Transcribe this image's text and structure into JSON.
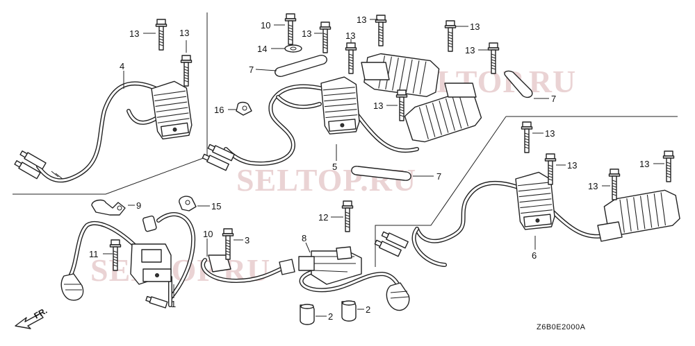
{
  "watermark": {
    "text": "SELTOP.RU",
    "color": "#d9aeb0"
  },
  "drawing_code": "Z6B0E2000A",
  "direction_label": "FR.",
  "callouts": [
    {
      "id": "c4",
      "text": "4"
    },
    {
      "id": "c13a",
      "text": "13"
    },
    {
      "id": "c13b",
      "text": "13"
    },
    {
      "id": "c10a",
      "text": "10"
    },
    {
      "id": "c13c",
      "text": "13"
    },
    {
      "id": "c14",
      "text": "14"
    },
    {
      "id": "c7a",
      "text": "7"
    },
    {
      "id": "c13d",
      "text": "13"
    },
    {
      "id": "c13e",
      "text": "13"
    },
    {
      "id": "c13f",
      "text": "13"
    },
    {
      "id": "c13g",
      "text": "13"
    },
    {
      "id": "c7b",
      "text": "7"
    },
    {
      "id": "c16",
      "text": "16"
    },
    {
      "id": "c13h",
      "text": "13"
    },
    {
      "id": "c5",
      "text": "5"
    },
    {
      "id": "c7c",
      "text": "7"
    },
    {
      "id": "c13i",
      "text": "13"
    },
    {
      "id": "c13j",
      "text": "13"
    },
    {
      "id": "c13k",
      "text": "13"
    },
    {
      "id": "c13l",
      "text": "13"
    },
    {
      "id": "c9",
      "text": "9"
    },
    {
      "id": "c15",
      "text": "15"
    },
    {
      "id": "c12",
      "text": "12"
    },
    {
      "id": "c8",
      "text": "8"
    },
    {
      "id": "c10b",
      "text": "10"
    },
    {
      "id": "c3",
      "text": "3"
    },
    {
      "id": "c11",
      "text": "11"
    },
    {
      "id": "c1",
      "text": "1"
    },
    {
      "id": "c2a",
      "text": "2"
    },
    {
      "id": "c2b",
      "text": "2"
    },
    {
      "id": "c6",
      "text": "6"
    }
  ]
}
